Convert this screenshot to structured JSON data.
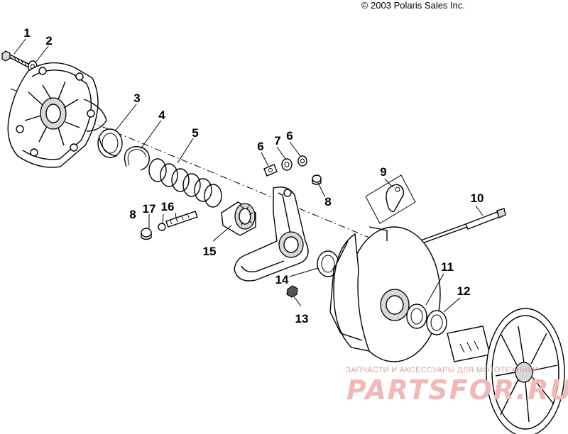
{
  "copyright": "© 2003 Polaris Sales Inc.",
  "callouts": {
    "c1": "1",
    "c2": "2",
    "c3": "3",
    "c4": "4",
    "c5": "5",
    "c6a": "6",
    "c7": "7",
    "c6b": "6",
    "c8a": "8",
    "c9": "9",
    "c10": "10",
    "c8b": "8",
    "c17": "17",
    "c16": "16",
    "c15": "15",
    "c14": "14",
    "c13": "13",
    "c11": "11",
    "c12": "12"
  },
  "watermark": {
    "small": "ЗАПЧАСТИ И АКСЕССУАРЫ ДЛЯ МОТОТЕХНИКИ",
    "big": "PARTSFOR.RU"
  }
}
